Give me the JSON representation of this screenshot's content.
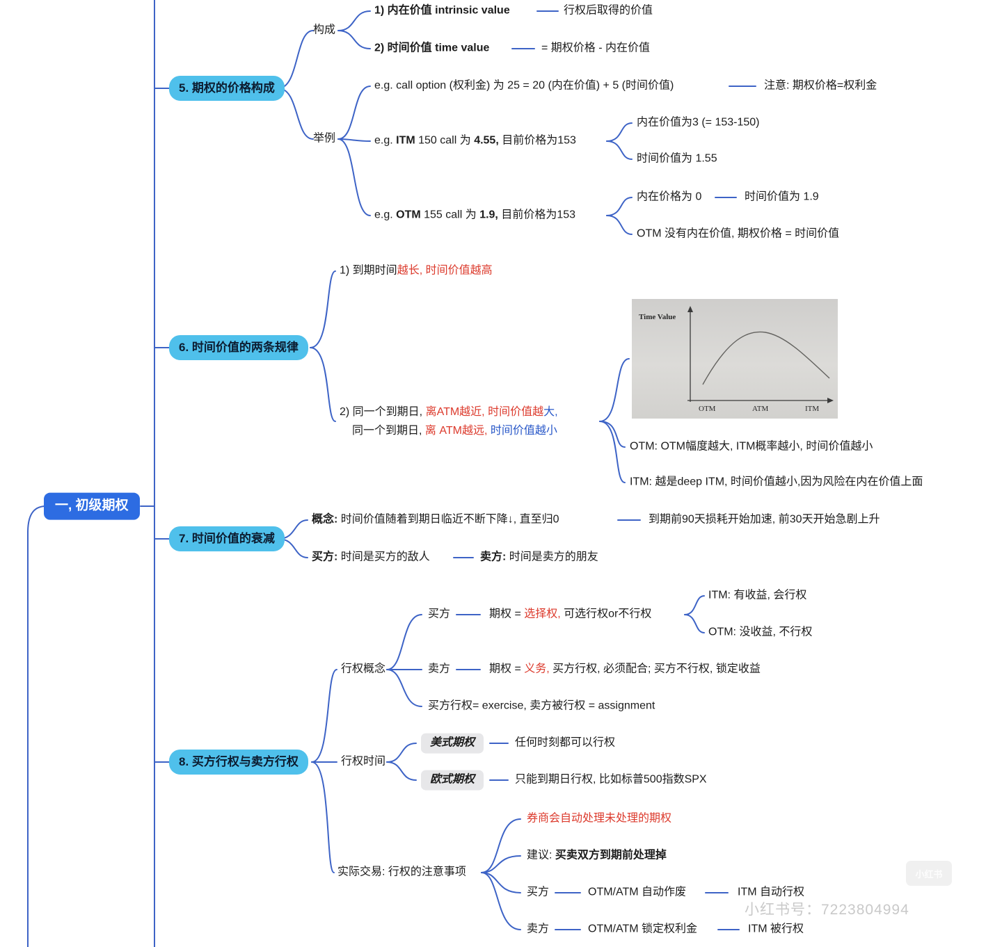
{
  "root": {
    "label": "一, 初级期权"
  },
  "topics": {
    "t5": {
      "label": "5. 期权的价格构成"
    },
    "t6": {
      "label": "6. 时间价值的两条规律"
    },
    "t7": {
      "label": "7. 时间价值的衰减"
    },
    "t8": {
      "label": "8. 买方行权与卖方行权"
    }
  },
  "b5": {
    "goucheng": "构成",
    "intrinsic": {
      "title": "1) 内在价值 intrinsic value",
      "note": "行权后取得的价值"
    },
    "timevalue": {
      "title": "2) 时间价值 time value",
      "note": "= 期权价格 - 内在价值"
    },
    "juli": "举例",
    "ex1": {
      "text": "e.g. call option (权利金) 为 25 = 20 (内在价值) + 5 (时间价值)",
      "note": "注意: 期权价格=权利金"
    },
    "ex2": {
      "p1": "e.g. ",
      "b1": "ITM",
      "p2": " 150 call 为 ",
      "b2": "4.55,",
      "p3": " 目前价格为153",
      "c1": "内在价值为3 (= 153-150)",
      "c2": "时间价值为 1.55"
    },
    "ex3": {
      "p1": "e.g. ",
      "b1": "OTM",
      "p2": " 155 call 为 ",
      "b2": "1.9,",
      "p3": " 目前价格为153",
      "c1": "内在价格为 0",
      "c1note": "时间价值为 1.9",
      "c2": "OTM 没有内在价值, 期权价格 = 时间价值"
    }
  },
  "b6": {
    "rule1": {
      "p1": "1) 到期时间",
      "p2": "越长, 时间价值越高"
    },
    "rule2": {
      "l1p1": "2) 同一个到期日, ",
      "l1p2": "离ATM越近, ",
      "l1p3": "时间价值越",
      "l1p4": "大,",
      "l2p1": "同一个到期日, ",
      "l2p2": "离 ATM越远, ",
      "l2p3": "时间价值越",
      "l2p4": "小"
    },
    "chart": {
      "ylabel": "Time Value",
      "x1": "OTM",
      "x2": "ATM",
      "x3": "ITM"
    },
    "otm_note": "OTM: OTM幅度越大, ITM概率越小, 时间价值越小",
    "itm_note": "ITM:  越是deep ITM, 时间价值越小,因为风险在内在价值上面"
  },
  "b7": {
    "concept_label": "概念:",
    "concept_text": " 时间价值随着到期日临近不断下降↓, 直至归0",
    "concept_note": "到期前90天损耗开始加速, 前30天开始急剧上升",
    "buyer_label": "买方:",
    "buyer_text": " 时间是买方的敌人",
    "seller_label": "卖方:",
    "seller_text": " 时间是卖方的朋友"
  },
  "b8": {
    "concept": "行权概念",
    "buyer": "买方",
    "buyer_t1": "期权 = ",
    "buyer_t2": "选择权,",
    "buyer_t3": " 可选行权or不行权",
    "buyer_itm": "ITM: 有收益, 会行权",
    "buyer_otm": "OTM: 没收益, 不行权",
    "seller": "卖方",
    "seller_t1": "期权 = ",
    "seller_t2": "义务,",
    "seller_t3": " 买方行权, 必须配合; 买方不行权, 锁定收益",
    "exercise_note": "买方行权= exercise, 卖方被行权 = assignment",
    "timing": "行权时间",
    "american": "美式期权",
    "american_note": "任何时刻都可以行权",
    "european": "欧式期权",
    "european_note": "只能到期日行权, 比如标普500指数SPX",
    "practical": "实际交易: 行权的注意事项",
    "auto_note": "券商会自动处理未处理的期权",
    "advice_label": "建议: ",
    "advice_text": "买卖双方到期前处理掉",
    "pbuyer": "买方",
    "pbuyer_1": "OTM/ATM 自动作废",
    "pbuyer_2": "ITM 自动行权",
    "pseller": "卖方",
    "pseller_1": "OTM/ATM 锁定权利金",
    "pseller_2": "ITM 被行权"
  },
  "watermark": {
    "text": "小红书号：7223804994",
    "logo": "小红书"
  }
}
